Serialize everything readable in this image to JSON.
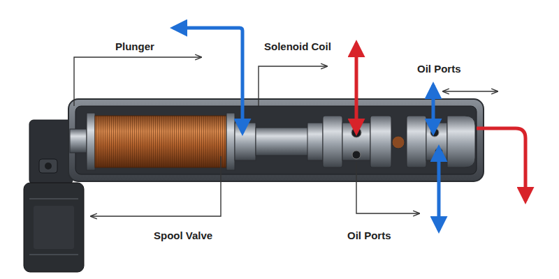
{
  "diagram": {
    "labels": [
      "Plunger",
      "Solenoid Coil",
      "Oil Ports",
      "Spool Valve",
      "Oil Ports"
    ]
  }
}
